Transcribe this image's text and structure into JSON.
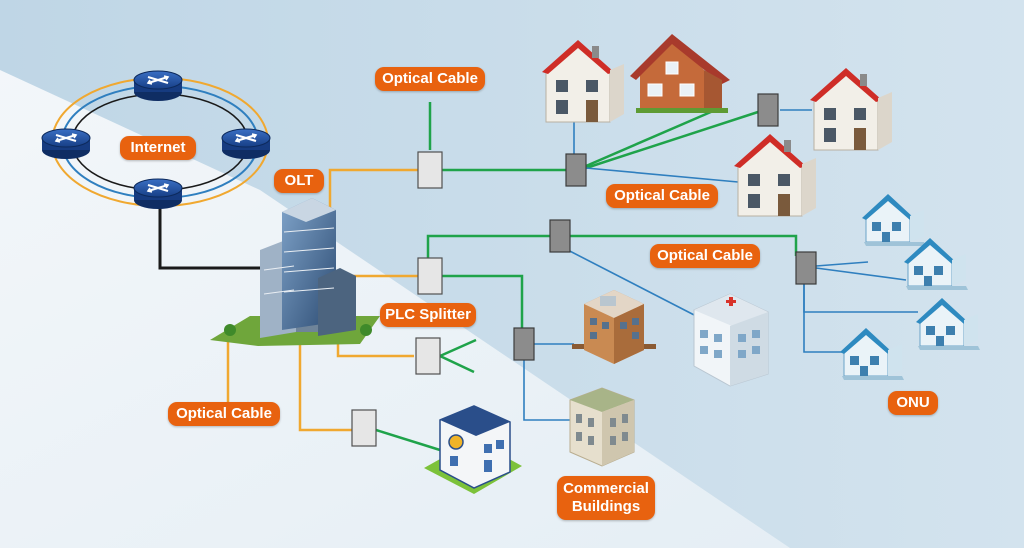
{
  "labels": {
    "internet": "Internet",
    "olt": "OLT",
    "optical_cable_top": "Optical Cable",
    "optical_cable_right": "Optical Cable",
    "optical_cable_mid": "Optical Cable",
    "optical_cable_left": "Optical Cable",
    "plc_splitter": "PLC Splitter",
    "onu": "ONU",
    "commercial_buildings": "Commercial\nBuildings"
  },
  "colors": {
    "label_bg": "#e8620f",
    "fiber_yellow": "#f0a830",
    "fiber_green": "#1fa34a",
    "fiber_blue": "#2f7fbf",
    "trunk_black": "#1a1a1a"
  },
  "icons": [
    "router-icon",
    "central-office-building-icon",
    "splitter-box-icon",
    "house-icon",
    "onu-house-icon",
    "hospital-icon",
    "hotel-icon",
    "office-building-icon"
  ]
}
